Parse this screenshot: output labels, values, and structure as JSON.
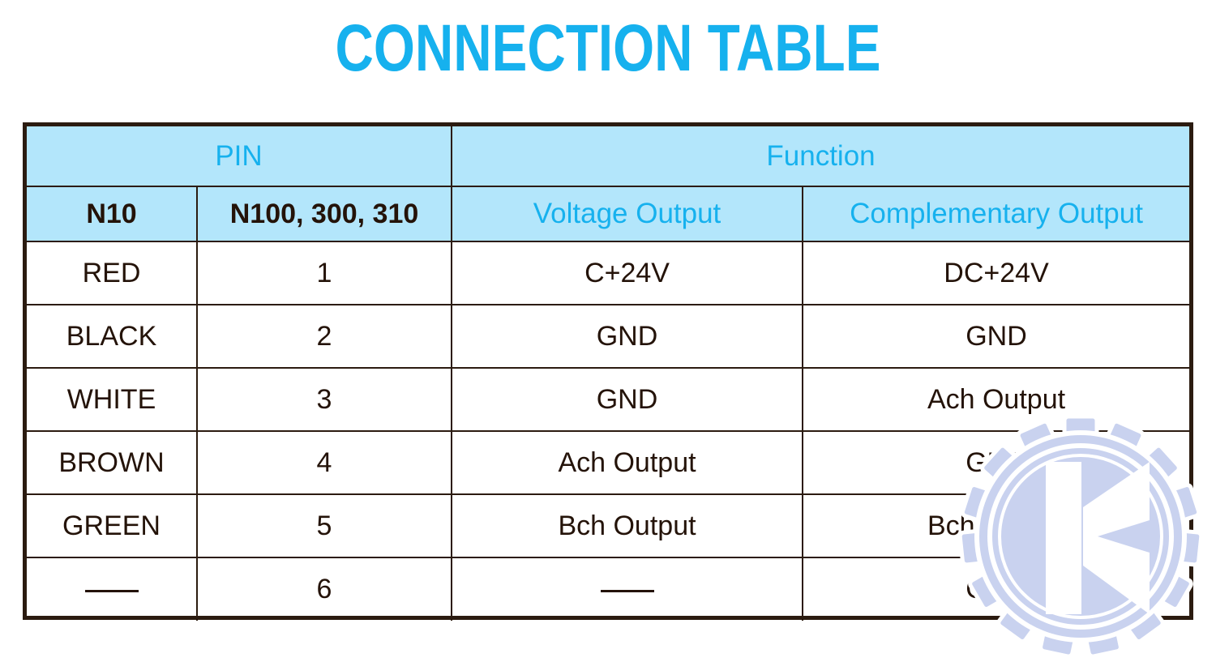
{
  "title": "CONNECTION TABLE",
  "colors": {
    "accent_cyan": "#16b1ee",
    "header_bg": "#b3e6fb",
    "border": "#2b1b10",
    "text_dark": "#241309",
    "watermark": "#c9d2ef"
  },
  "table": {
    "group_headers": [
      {
        "label": "PIN",
        "span": 2
      },
      {
        "label": "Function",
        "span": 2
      }
    ],
    "column_headers": [
      {
        "label": "N10",
        "style": "dark"
      },
      {
        "label": "N100, 300, 310",
        "style": "dark"
      },
      {
        "label": "Voltage Output",
        "style": "accent"
      },
      {
        "label": "Complementary Output",
        "style": "accent"
      }
    ],
    "rows": [
      {
        "n10": "RED",
        "pin": "1",
        "voltage": "C+24V",
        "complementary": "DC+24V"
      },
      {
        "n10": "BLACK",
        "pin": "2",
        "voltage": "GND",
        "complementary": "GND"
      },
      {
        "n10": "WHITE",
        "pin": "3",
        "voltage": "GND",
        "complementary": "Ach Output"
      },
      {
        "n10": "BROWN",
        "pin": "4",
        "voltage": "Ach Output",
        "complementary": "GND"
      },
      {
        "n10": "GREEN",
        "pin": "5",
        "voltage": "Bch Output",
        "complementary": "Bch Output"
      },
      {
        "n10": "",
        "pin": "6",
        "voltage": "",
        "complementary": "GND"
      }
    ]
  },
  "watermark": {
    "letter": "K",
    "shape": "gear-cog"
  }
}
